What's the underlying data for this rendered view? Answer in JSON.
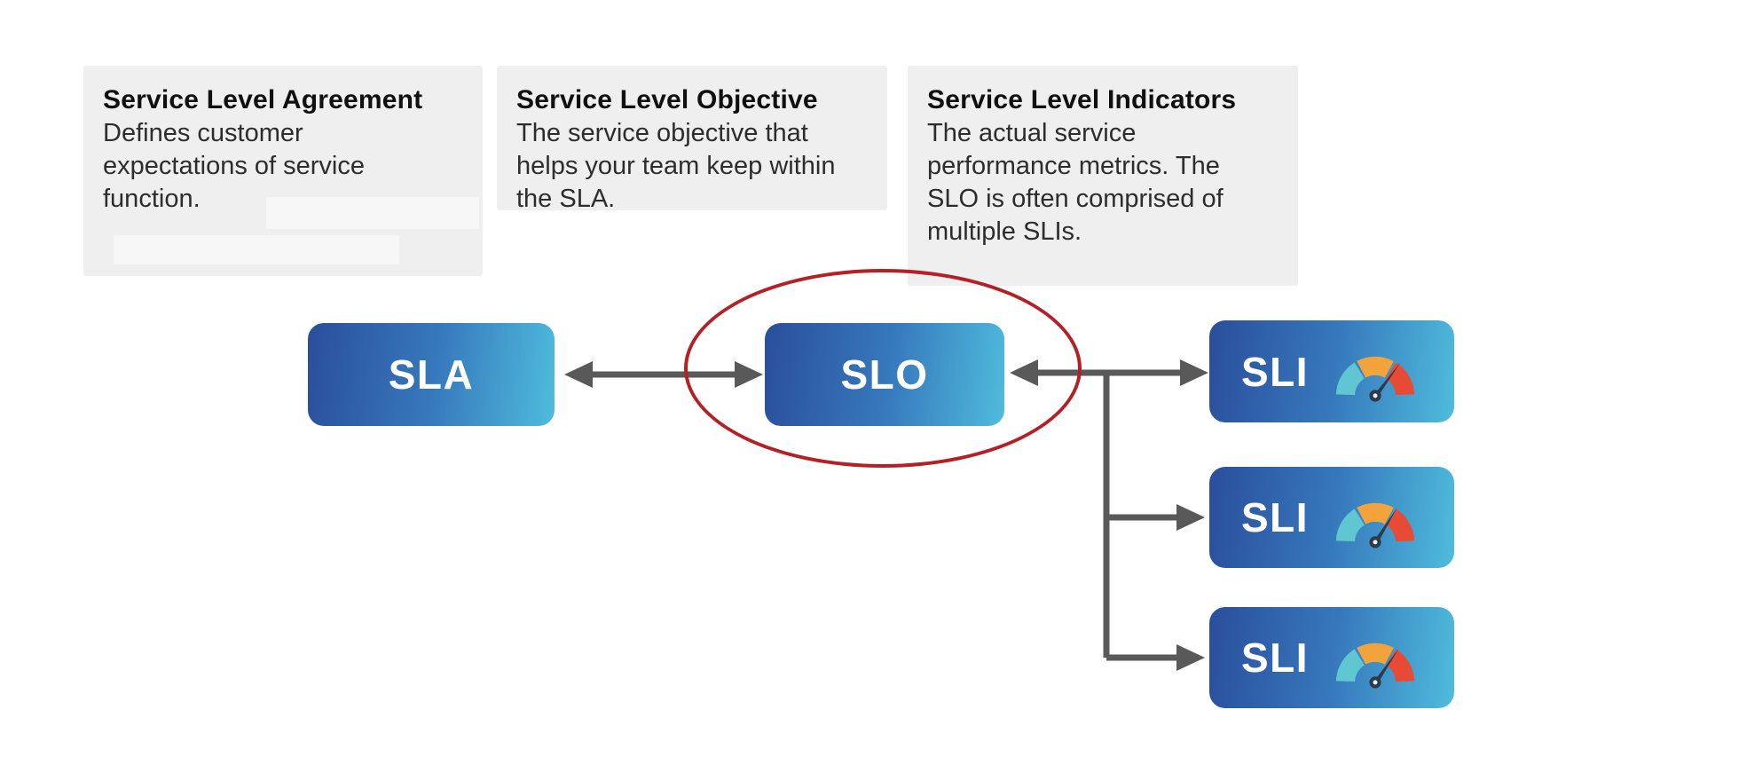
{
  "cards": {
    "sla": {
      "title": "Service Level Agreement",
      "line1": "Defines customer",
      "line2": "expectations of service",
      "line3": "function."
    },
    "slo": {
      "title": "Service Level Objective",
      "line1": "The service objective that",
      "line2": "helps your team keep within",
      "line3": "the SLA."
    },
    "sli": {
      "title": "Service Level Indicators",
      "line1": "The actual service",
      "line2": "performance metrics. The",
      "line3": "SLO is often comprised of",
      "line4": "multiple SLIs."
    }
  },
  "nodes": {
    "sla_label": "SLA",
    "slo_label": "SLO",
    "sli1_label": "SLI",
    "sli2_label": "SLI",
    "sli3_label": "SLI"
  },
  "icons": {
    "gauge": "speedometer-gauge-icon"
  },
  "colors": {
    "card_bg": "#efefef",
    "redacted_bg": "#f7f7f7",
    "title_text": "#101010",
    "body_text": "#2d2d2d",
    "node_gradient_start": "#2a4e9c",
    "node_gradient_end": "#4fbcdc",
    "node_text": "#ffffff",
    "arrow": "#595959",
    "highlight_ellipse": "#b32025",
    "gauge_teal": "#5fc6d2",
    "gauge_orange": "#f2a33c",
    "gauge_red": "#e84b35",
    "gauge_needle": "#2e3b4a",
    "gauge_pivot_center": "#e9f3f5"
  }
}
